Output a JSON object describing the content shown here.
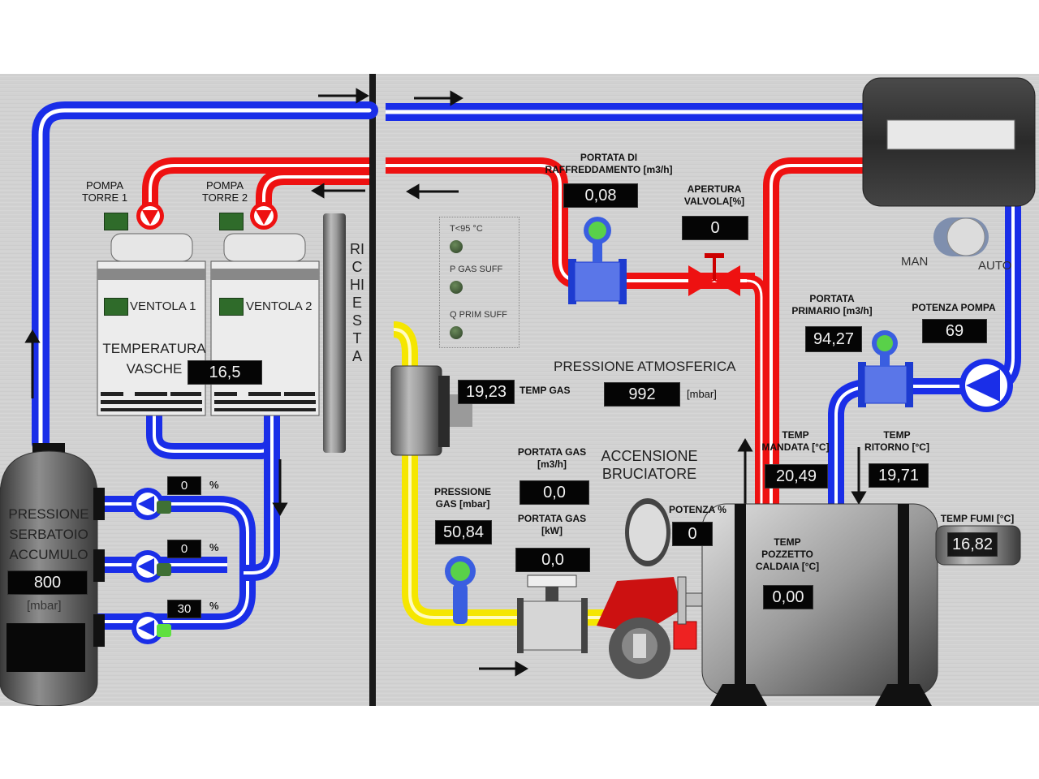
{
  "left": {
    "pumps": [
      {
        "label": "POMPA\nTORRE 1"
      },
      {
        "label": "POMPA\nTORRE 2"
      }
    ],
    "fans": [
      {
        "label": "VENTOLA 1"
      },
      {
        "label": "VENTOLA 2"
      }
    ],
    "temp_vasche": {
      "label": "TEMPERATURA\nVASCHE",
      "value": "16,5"
    },
    "richiesta": "RICHIESTA",
    "tank": {
      "label": "PRESSIONE\nSERBATOIO\nACCUMULO",
      "value": "800",
      "unit": "[mbar]"
    },
    "small_pumps": [
      {
        "value": "0",
        "unit": "%"
      },
      {
        "value": "0",
        "unit": "%"
      },
      {
        "value": "30",
        "unit": "%"
      }
    ]
  },
  "right": {
    "portata_raff": {
      "label": "PORTATA DI\nRAFFREDDAMENTO [m3/h]",
      "value": "0,08"
    },
    "apertura_valvola": {
      "label": "APERTURA\nVALVOLA[%]",
      "value": "0"
    },
    "status_leds": [
      "T<95 °C",
      "P GAS SUFF",
      "Q PRIM SUFF"
    ],
    "pressione_atm": {
      "label": "PRESSIONE ATMOSFERICA",
      "value": "992",
      "unit": "[mbar]"
    },
    "temp_gas": {
      "label": "TEMP GAS",
      "value": "19,23"
    },
    "portata_gas_m3": {
      "label": "PORTATA GAS\n[m3/h]",
      "value": "0,0"
    },
    "portata_gas_kw": {
      "label": "PORTATA GAS\n[kW]",
      "value": "0,0"
    },
    "pressione_gas": {
      "label": "PRESSIONE\nGAS [mbar]",
      "value": "50,84"
    },
    "accensione": "ACCENSIONE\nBRUCIATORE",
    "potenza": {
      "label": "POTENZA %",
      "value": "0"
    },
    "temp_mandata": {
      "label": "TEMP\nMANDATA [°C]",
      "value": "20,49"
    },
    "temp_ritorno": {
      "label": "TEMP\nRITORNO [°C]",
      "value": "19,71"
    },
    "temp_pozzetto": {
      "label": "TEMP\nPOZZETTO\nCALDAIA [°C]",
      "value": "0,00"
    },
    "temp_fumi": {
      "label": "TEMP FUMI [°C]",
      "value": "16,82"
    },
    "portata_primario": {
      "label": "PORTATA\nPRIMARIO [m3/h]",
      "value": "94,27"
    },
    "potenza_pompa": {
      "label": "POTENZA POMPA",
      "value": "69"
    },
    "switch": {
      "man": "MAN",
      "auto": "AUTO"
    }
  },
  "colors": {
    "cold_pipe": "#1a2ee8",
    "hot_pipe": "#ee1111",
    "gas_pipe": "#f5e600",
    "display_bg": "#050505"
  }
}
